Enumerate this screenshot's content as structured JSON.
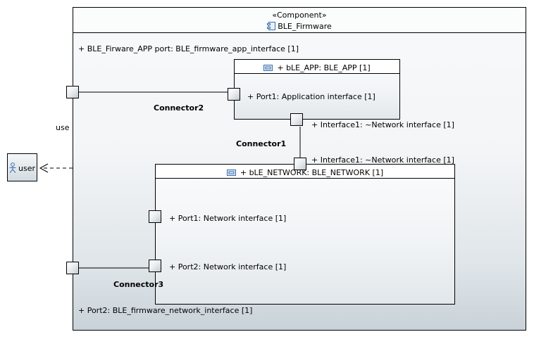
{
  "component": {
    "stereotype": "«Component»",
    "name": "BLE_Firmware",
    "port_app_label": "+ BLE_Firware_APP port: BLE_firmware_app_interface [1]",
    "port2_label": "+ Port2: BLE_firmware_network_interface [1]"
  },
  "parts": {
    "app": {
      "title": "+ bLE_APP: BLE_APP [1]",
      "port1_label": "+ Port1: Application interface [1]",
      "interface_label": "+ Interface1: ~Network interface [1]"
    },
    "network": {
      "title": "+ bLE_NETWORK: BLE_NETWORK [1]",
      "interface_label": "+ Interface1: ~Network interface [1]",
      "port1_label": "+ Port1: Network interface [1]",
      "port2_label": "+ Port2: Network interface [1]"
    }
  },
  "connectors": {
    "c1": "Connector1",
    "c2": "Connector2",
    "c3": "Connector3"
  },
  "dependency": {
    "label": "use"
  },
  "actor": {
    "name": "user"
  },
  "icons": {
    "component": "component-icon",
    "part": "part-icon",
    "actor": "actor-icon"
  },
  "colors": {
    "border": "#000000",
    "background": "#f3f5f7",
    "gradient_bottom": "#c9d2d8",
    "icon_blue": "#3a6fb0"
  }
}
